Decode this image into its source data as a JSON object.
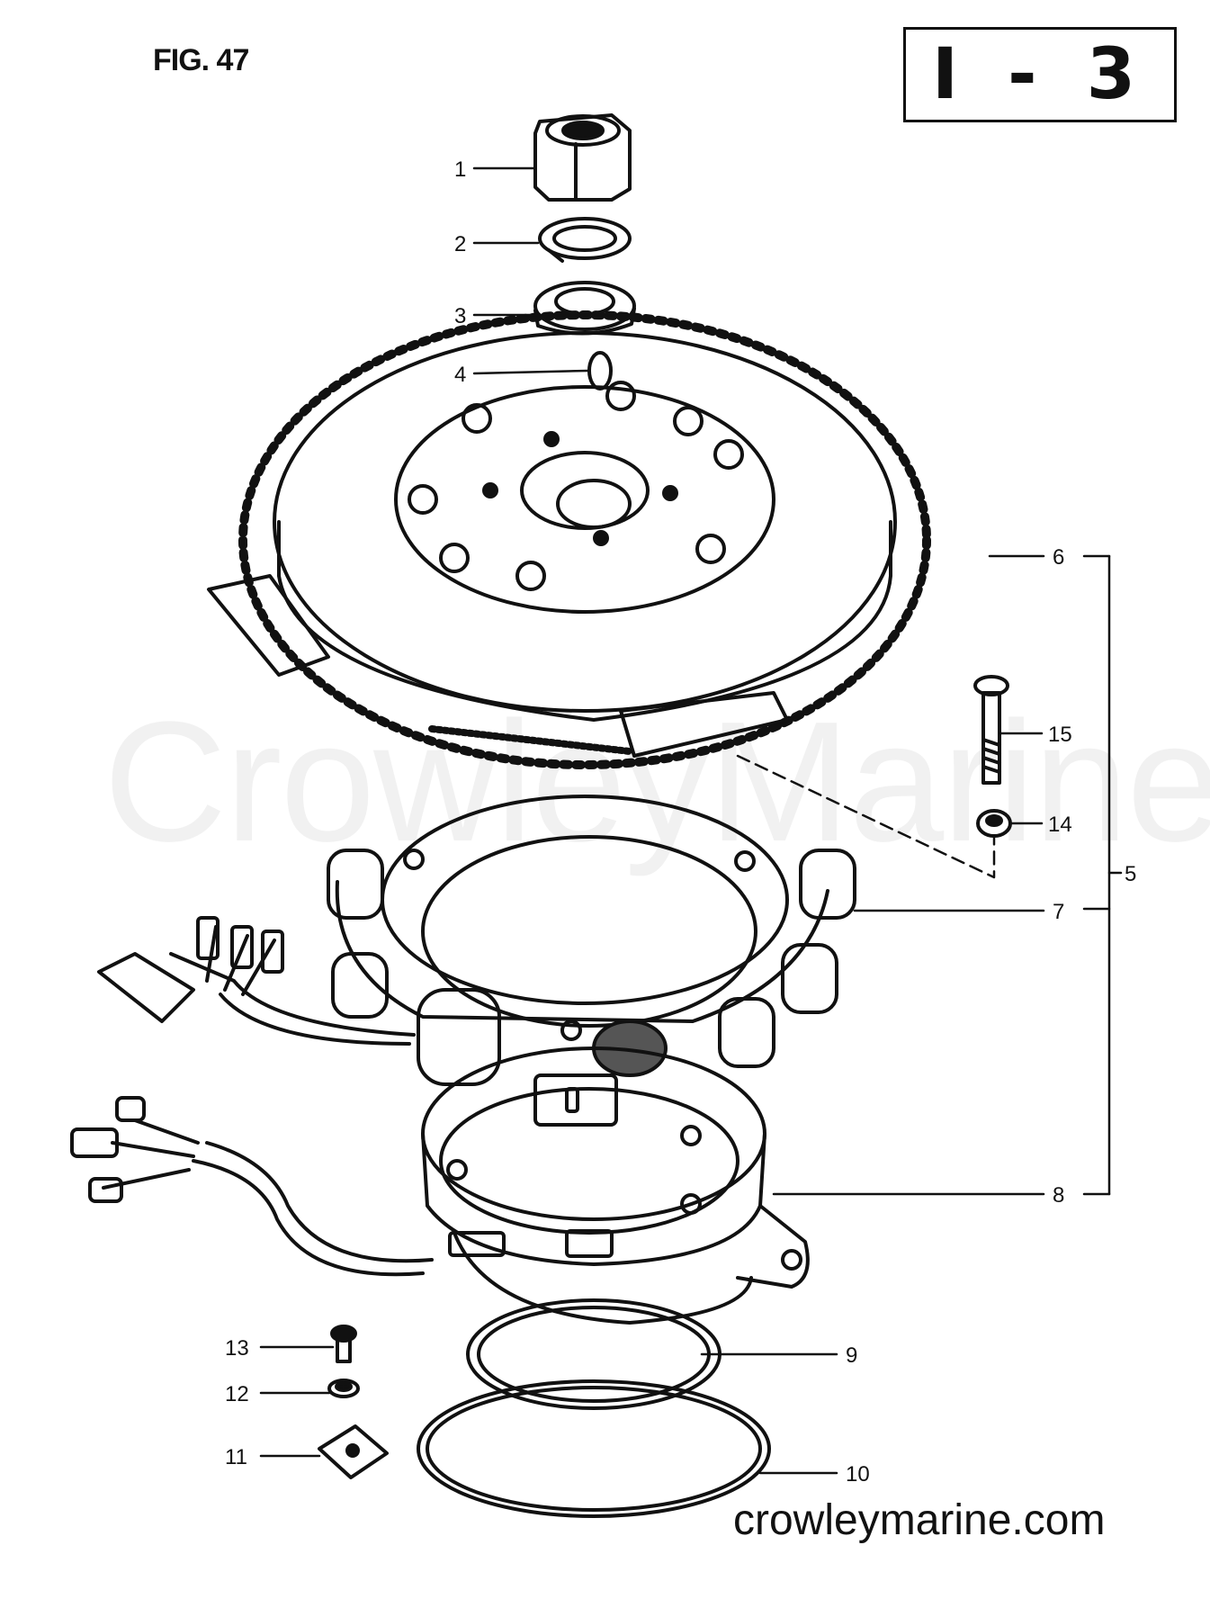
{
  "figure": {
    "label": "FIG. 47"
  },
  "section": {
    "code": "I - 3"
  },
  "watermark": {
    "text": "CrowleyMarine"
  },
  "footer": {
    "site": "crowleymarine.com"
  },
  "callouts": [
    {
      "id": "1"
    },
    {
      "id": "2"
    },
    {
      "id": "3"
    },
    {
      "id": "4"
    },
    {
      "id": "5"
    },
    {
      "id": "6"
    },
    {
      "id": "7"
    },
    {
      "id": "8"
    },
    {
      "id": "9"
    },
    {
      "id": "10"
    },
    {
      "id": "11"
    },
    {
      "id": "12"
    },
    {
      "id": "13"
    },
    {
      "id": "14"
    },
    {
      "id": "15"
    }
  ],
  "colors": {
    "ink": "#111111",
    "paper": "#ffffff",
    "watermark": "#f1f1f1"
  }
}
